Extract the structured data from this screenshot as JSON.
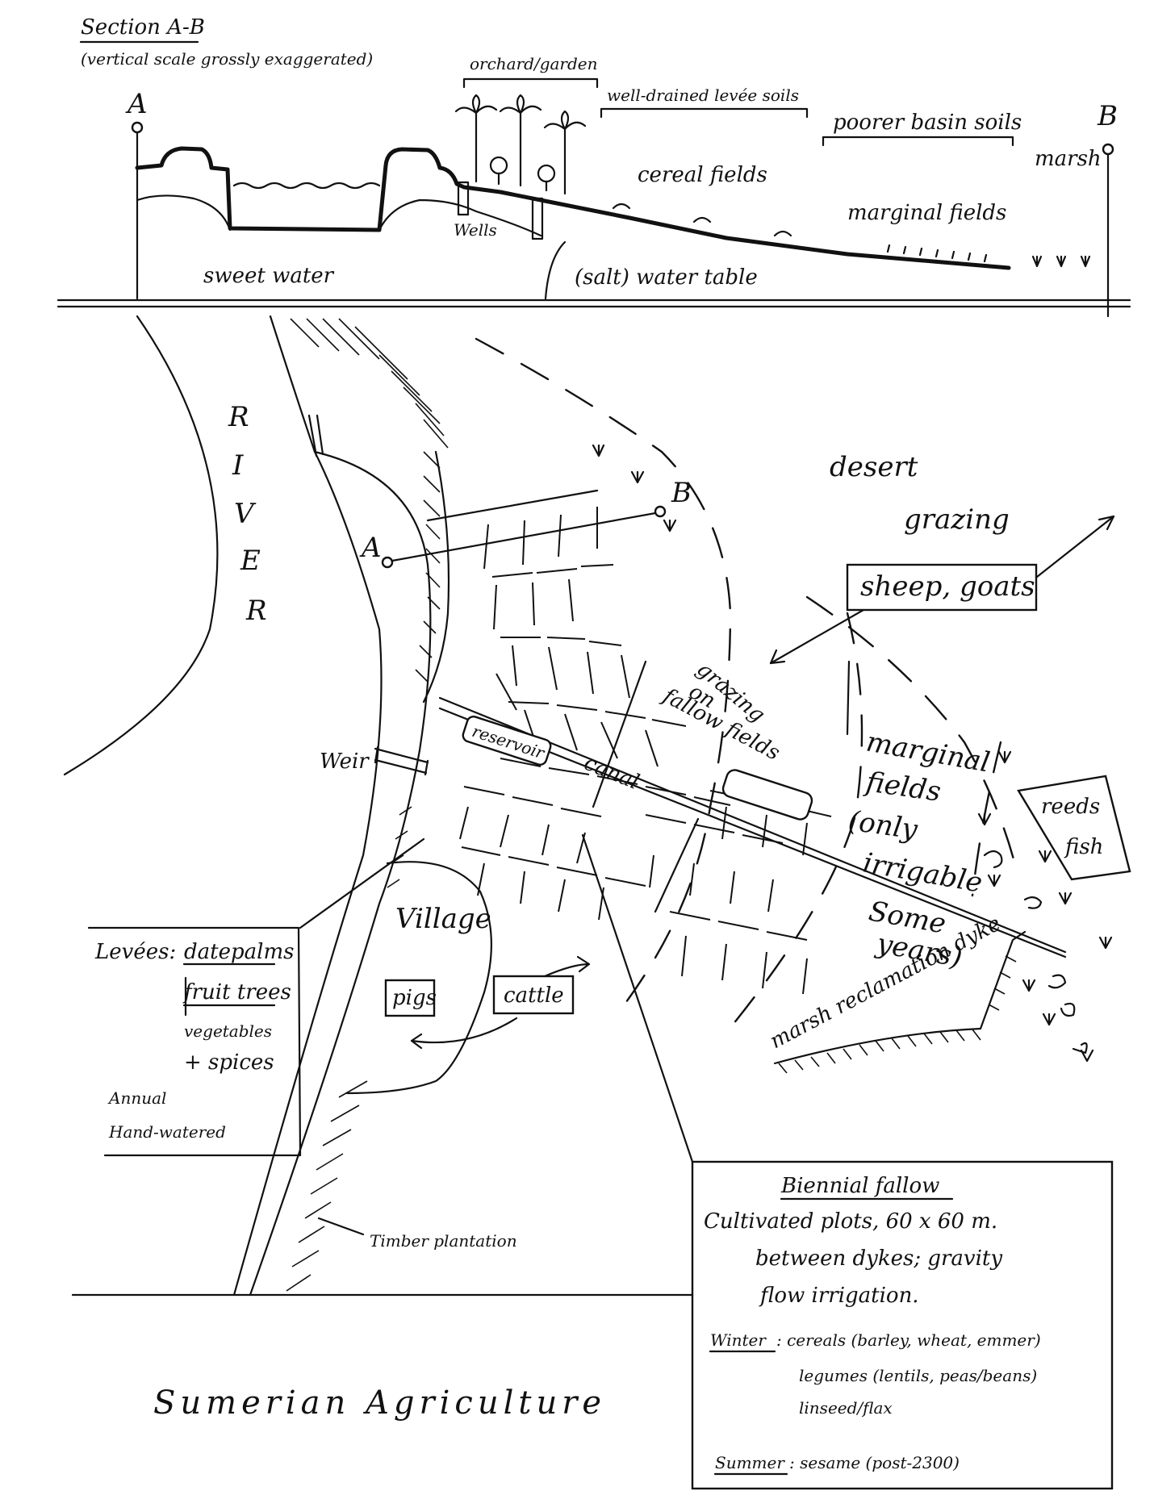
{
  "section": {
    "title": "Section A-B",
    "subtitle": "(vertical scale grossly exaggerated)",
    "point_a": "A",
    "point_b": "B",
    "orchard_label": "orchard/garden",
    "levee_soils_label": "well-drained levée soils",
    "basin_soils_label": "poorer basin soils",
    "marsh_label": "marsh",
    "cereal_fields_label": "cereal fields",
    "marginal_fields_label": "marginal fields",
    "wells_label": "Wells",
    "sweet_water_label": "sweet water",
    "water_table_label": "(salt) water table"
  },
  "map": {
    "river_letters": [
      "R",
      "I",
      "V",
      "E",
      "R"
    ],
    "point_a": "A",
    "point_b": "B",
    "desert_label": "desert",
    "grazing_label": "grazing",
    "sheep_goats_label": "sheep, goats",
    "grazing_fallow_line1": "grazing",
    "grazing_fallow_line2": "on",
    "grazing_fallow_line3": "fallow fields",
    "weir_label": "Weir",
    "reservoir_label": "reservoir",
    "canal_label": "canal",
    "marginal_fields_line1": "marginal",
    "marginal_fields_line2": "fields",
    "only_irrigable_line1": "(only",
    "only_irrigable_line2": "irrigable",
    "some_years_line1": "Some",
    "some_years_line2": "years)",
    "reeds_fish_line1": "reeds",
    "reeds_fish_line2": "fish",
    "marsh_reclamation_label": "marsh reclamation dyke",
    "village_label": "Village",
    "pigs_label": "pigs",
    "cattle_label": "cattle",
    "timber_label": "Timber plantation"
  },
  "levees_note": {
    "heading": "Levées:",
    "items": [
      "datepalms",
      "fruit trees",
      "vegetables",
      "+ spices"
    ],
    "footer_line1": "Annual",
    "footer_line2": "Hand-watered"
  },
  "fallow_note": {
    "heading": "Biennial fallow",
    "line1": "Cultivated plots, 60 x 60 m.",
    "line2": "between dykes; gravity",
    "line3": "flow irrigation.",
    "winter_label": "Winter",
    "winter_line1": ": cereals (barley, wheat, emmer)",
    "winter_line2": "legumes (lentils, peas/beans)",
    "winter_line3": "linseed/flax",
    "summer_label": "Summer",
    "summer_line1": ": sesame (post-2300)"
  },
  "caption": "Sumerian Agriculture"
}
